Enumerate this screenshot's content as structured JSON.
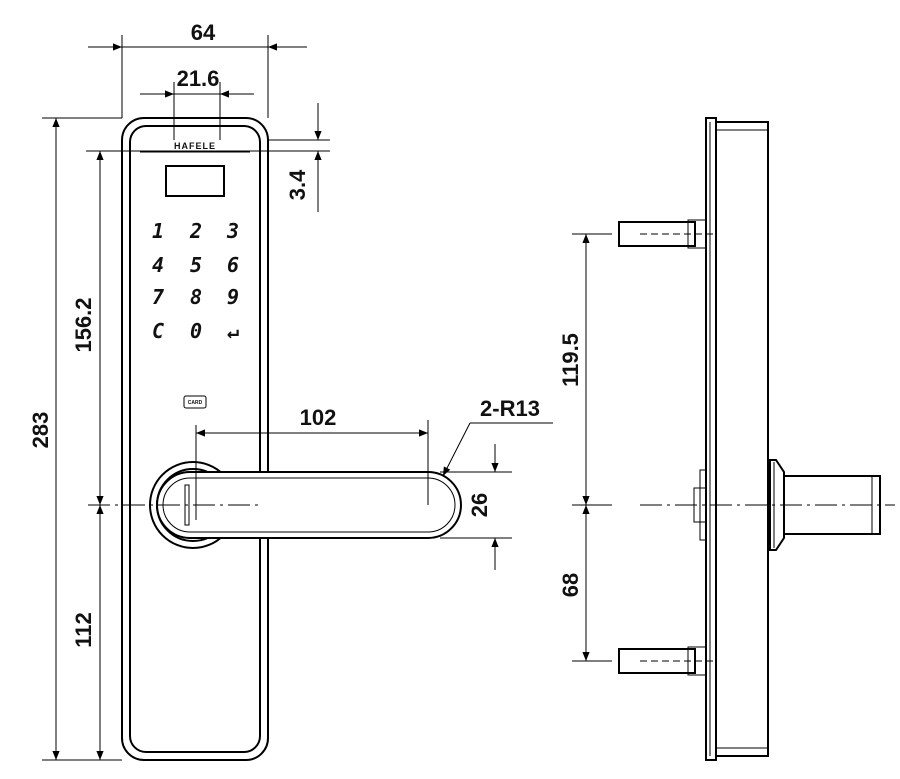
{
  "dimensions": {
    "width": "64",
    "display_width": "21.6",
    "top_offset": "3.4",
    "total_height": "283",
    "upper_height": "156.2",
    "lower_height": "112",
    "handle_length": "102",
    "handle_radius": "2-R13",
    "handle_width": "26",
    "side_upper": "119.5",
    "side_lower": "68"
  },
  "brand": "HAFELE",
  "card_label": "CARD",
  "keypad": [
    "1",
    "2",
    "3",
    "4",
    "5",
    "6",
    "7",
    "8",
    "9",
    "C",
    "0",
    "↵"
  ]
}
